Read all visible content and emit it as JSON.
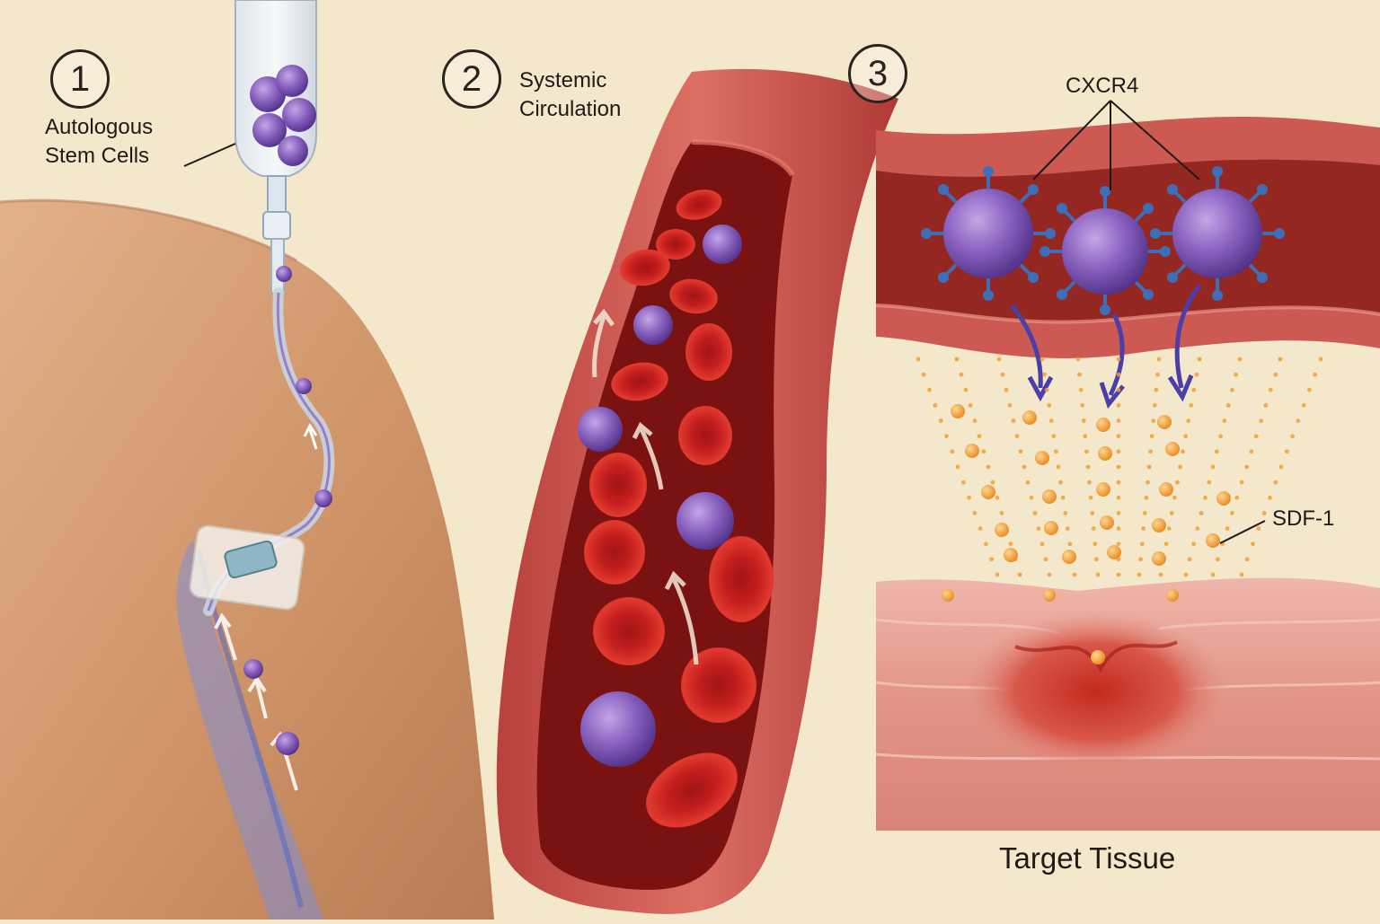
{
  "steps": [
    {
      "number": "1",
      "label_line1": "Autologous",
      "label_line2": "Stem Cells"
    },
    {
      "number": "2",
      "label_line1": "Systemic",
      "label_line2": "Circulation"
    },
    {
      "number": "3"
    }
  ],
  "labels": {
    "receptor": "CXCR4",
    "chemokine": "SDF-1",
    "target": "Target Tissue"
  },
  "colors": {
    "background": "#f3e7cc",
    "skin": "#d9a27a",
    "vein": "#6f7fd0",
    "vessel_wall": "#c8514e",
    "lumen": "#7a1414",
    "red_blood_cell": "#c82020",
    "stem_cell": "#7a52b0",
    "receptor": "#3d6fb8",
    "sdf1_particle": "#f0a030",
    "tissue": "#e29a90"
  }
}
